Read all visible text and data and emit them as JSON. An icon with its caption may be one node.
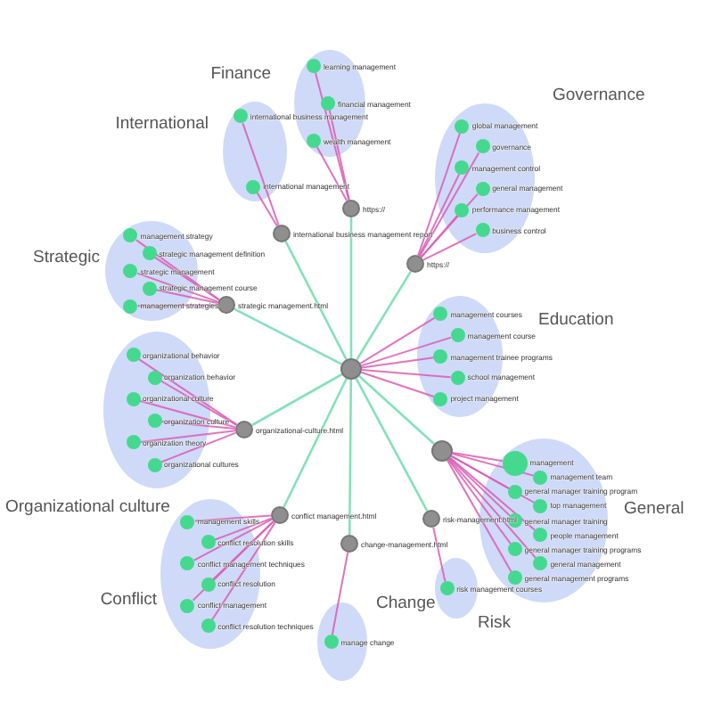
{
  "diagram": {
    "nodes": [
      {
        "text": [],
        "shape": "circle"
      },
      {
        "text": [],
        "shape": "circle",
        "beside": [
          "https://"
        ]
      },
      {
        "text": [
          "Finance"
        ]
      },
      {
        "text": [],
        "shape": "circle",
        "in": 2,
        "beside": [
          "learning management"
        ]
      },
      {
        "text": [],
        "shape": "circle",
        "in": 2,
        "beside": [
          "financial management"
        ]
      },
      {
        "text": [],
        "shape": "circle",
        "in": 2,
        "beside": [
          "wealth management"
        ]
      },
      {
        "text": [],
        "shape": "circle",
        "beside": [
          "international business management report"
        ]
      },
      {
        "text": [
          "International"
        ]
      },
      {
        "text": [],
        "shape": "circle",
        "in": 7,
        "beside": [
          "international business management"
        ]
      },
      {
        "text": [],
        "shape": "circle",
        "in": 7,
        "beside": [
          "international management"
        ]
      },
      {
        "text": [],
        "shape": "circle",
        "beside": [
          "https://"
        ]
      },
      {
        "text": [
          "Governance"
        ]
      },
      {
        "text": [],
        "shape": "circle",
        "in": 11,
        "beside": [
          "global management"
        ]
      },
      {
        "text": [],
        "shape": "circle",
        "in": 11,
        "beside": [
          "governance"
        ]
      },
      {
        "text": [],
        "shape": "circle",
        "in": 11,
        "beside": [
          "management control"
        ]
      },
      {
        "text": [],
        "shape": "circle",
        "in": 11,
        "beside": [
          "general management"
        ]
      },
      {
        "text": [],
        "shape": "circle",
        "in": 11,
        "beside": [
          "performance management"
        ]
      },
      {
        "text": [],
        "shape": "circle",
        "in": 11,
        "beside": [
          "business control"
        ]
      },
      {
        "text": [],
        "shape": "circle",
        "beside": [
          "strategic management.html"
        ]
      },
      {
        "text": [
          "Strategic"
        ]
      },
      {
        "text": [],
        "shape": "circle",
        "in": 19,
        "beside": [
          "management strategy"
        ]
      },
      {
        "text": [],
        "shape": "circle",
        "in": 19,
        "beside": [
          "strategic management definition"
        ]
      },
      {
        "text": [],
        "shape": "circle",
        "in": 19,
        "beside": [
          "strategic management"
        ]
      },
      {
        "text": [],
        "shape": "circle",
        "in": 19,
        "beside": [
          "strategic management course"
        ]
      },
      {
        "text": [],
        "shape": "circle",
        "in": 19,
        "beside": [
          "management strategies"
        ]
      },
      {
        "text": [],
        "shape": "circle",
        "beside": [
          "organizational-culture.html"
        ]
      },
      {
        "text": [
          "Organizational culture"
        ]
      },
      {
        "text": [],
        "shape": "circle",
        "in": 26,
        "beside": [
          "organizational behavior"
        ]
      },
      {
        "text": [],
        "shape": "circle",
        "in": 26,
        "beside": [
          "organization behavior"
        ]
      },
      {
        "text": [],
        "shape": "circle",
        "in": 26,
        "beside": [
          "organizational culture"
        ]
      },
      {
        "text": [],
        "shape": "circle",
        "in": 26,
        "beside": [
          "organization culture"
        ]
      },
      {
        "text": [],
        "shape": "circle",
        "in": 26,
        "beside": [
          "organization theory"
        ]
      },
      {
        "text": [],
        "shape": "circle",
        "in": 26,
        "beside": [
          "organizational cultures"
        ]
      },
      {
        "text": [],
        "shape": "circle",
        "beside": [
          "conflict management.html"
        ]
      },
      {
        "text": [
          "Conflict"
        ]
      },
      {
        "text": [],
        "shape": "circle",
        "in": 34,
        "beside": [
          "management skills"
        ]
      },
      {
        "text": [],
        "shape": "circle",
        "in": 34,
        "beside": [
          "conflict resolution skills"
        ]
      },
      {
        "text": [],
        "shape": "circle",
        "in": 34,
        "beside": [
          "conflict management techniques"
        ]
      },
      {
        "text": [],
        "shape": "circle",
        "in": 34,
        "beside": [
          "conflict resolution"
        ]
      },
      {
        "text": [],
        "shape": "circle",
        "in": 34,
        "beside": [
          "conflict management"
        ]
      },
      {
        "text": [],
        "shape": "circle",
        "in": 34,
        "beside": [
          "conflict resolution techniques"
        ]
      },
      {
        "text": [],
        "shape": "circle",
        "beside": [
          "change-management.html"
        ]
      },
      {
        "text": [
          "Change"
        ]
      },
      {
        "text": [],
        "shape": "circle",
        "in": 42,
        "beside": [
          "manage change"
        ]
      },
      {
        "text": [],
        "shape": "circle",
        "beside": [
          "risk-management.html"
        ]
      },
      {
        "text": [
          "Risk"
        ]
      },
      {
        "text": [],
        "shape": "circle",
        "in": 45,
        "beside": [
          "risk management courses"
        ]
      },
      {
        "text": [
          "Education"
        ]
      },
      {
        "text": [],
        "shape": "circle",
        "in": 47,
        "beside": [
          "management courses"
        ]
      },
      {
        "text": [],
        "shape": "circle",
        "in": 47,
        "beside": [
          "management course"
        ]
      },
      {
        "text": [],
        "shape": "circle",
        "in": 47,
        "beside": [
          "management trainee programs"
        ]
      },
      {
        "text": [],
        "shape": "circle",
        "in": 47,
        "beside": [
          "school management"
        ]
      },
      {
        "text": [],
        "shape": "circle",
        "in": 47,
        "beside": [
          "project management"
        ]
      },
      {
        "text": [],
        "shape": "circle"
      },
      {
        "text": [
          "General"
        ]
      },
      {
        "text": [],
        "shape": "circle",
        "in": 54,
        "beside": [
          "management"
        ]
      },
      {
        "text": [],
        "shape": "circle",
        "in": 54,
        "beside": [
          "management team"
        ]
      },
      {
        "text": [],
        "shape": "circle",
        "in": 54,
        "beside": [
          "general manager training program"
        ]
      },
      {
        "text": [],
        "shape": "circle",
        "in": 54,
        "beside": [
          "top management"
        ]
      },
      {
        "text": [],
        "shape": "circle",
        "in": 54,
        "beside": [
          "general manager training"
        ]
      },
      {
        "text": [],
        "shape": "circle",
        "in": 54,
        "beside": [
          "people management"
        ]
      },
      {
        "text": [],
        "shape": "circle",
        "in": 54,
        "beside": [
          "general manager training programs"
        ]
      },
      {
        "text": [],
        "shape": "circle",
        "in": 54,
        "beside": [
          "general management"
        ]
      },
      {
        "text": [],
        "shape": "circle",
        "in": 54,
        "beside": [
          "general management programs"
        ]
      }
    ],
    "edges": [
      {
        "from": 0,
        "to": 1,
        "arrow": "none",
        "color": "#6fdcae"
      },
      {
        "from": 0,
        "to": 6,
        "arrow": "none",
        "color": "#6fdcae"
      },
      {
        "from": 0,
        "to": 10,
        "arrow": "none",
        "color": "#6fdcae"
      },
      {
        "from": 0,
        "to": 18,
        "arrow": "none",
        "color": "#6fdcae"
      },
      {
        "from": 0,
        "to": 25,
        "arrow": "none",
        "color": "#6fdcae"
      },
      {
        "from": 0,
        "to": 33,
        "arrow": "none",
        "color": "#6fdcae"
      },
      {
        "from": 0,
        "to": 41,
        "arrow": "none",
        "color": "#6fdcae"
      },
      {
        "from": 0,
        "to": 44,
        "arrow": "none",
        "color": "#6fdcae"
      },
      {
        "from": 0,
        "to": 53,
        "arrow": "none",
        "color": "#6fdcae"
      },
      {
        "from": 1,
        "to": 3,
        "arrow": "none"
      },
      {
        "from": 1,
        "to": 4,
        "arrow": "none"
      },
      {
        "from": 1,
        "to": 5,
        "arrow": "none"
      },
      {
        "from": 6,
        "to": 8,
        "arrow": "none"
      },
      {
        "from": 6,
        "to": 9,
        "arrow": "none"
      },
      {
        "from": 10,
        "to": 12,
        "arrow": "none"
      },
      {
        "from": 10,
        "to": 13,
        "arrow": "none"
      },
      {
        "from": 10,
        "to": 14,
        "arrow": "none"
      },
      {
        "from": 10,
        "to": 15,
        "arrow": "none"
      },
      {
        "from": 10,
        "to": 16,
        "arrow": "none"
      },
      {
        "from": 10,
        "to": 17,
        "arrow": "none"
      },
      {
        "from": 18,
        "to": 20,
        "arrow": "none"
      },
      {
        "from": 18,
        "to": 21,
        "arrow": "none"
      },
      {
        "from": 18,
        "to": 22,
        "arrow": "none"
      },
      {
        "from": 18,
        "to": 23,
        "arrow": "none"
      },
      {
        "from": 18,
        "to": 24,
        "arrow": "none"
      },
      {
        "from": 25,
        "to": 27,
        "arrow": "none"
      },
      {
        "from": 25,
        "to": 28,
        "arrow": "none"
      },
      {
        "from": 25,
        "to": 29,
        "arrow": "none"
      },
      {
        "from": 25,
        "to": 30,
        "arrow": "none"
      },
      {
        "from": 25,
        "to": 31,
        "arrow": "none"
      },
      {
        "from": 25,
        "to": 32,
        "arrow": "none"
      },
      {
        "from": 33,
        "to": 35,
        "arrow": "none"
      },
      {
        "from": 33,
        "to": 36,
        "arrow": "none"
      },
      {
        "from": 33,
        "to": 37,
        "arrow": "none"
      },
      {
        "from": 33,
        "to": 38,
        "arrow": "none"
      },
      {
        "from": 33,
        "to": 39,
        "arrow": "none"
      },
      {
        "from": 33,
        "to": 40,
        "arrow": "none"
      },
      {
        "from": 41,
        "to": 43,
        "arrow": "none"
      },
      {
        "from": 44,
        "to": 46,
        "arrow": "none"
      },
      {
        "from": 0,
        "to": 48,
        "arrow": "none"
      },
      {
        "from": 0,
        "to": 49,
        "arrow": "none"
      },
      {
        "from": 0,
        "to": 50,
        "arrow": "none"
      },
      {
        "from": 0,
        "to": 51,
        "arrow": "none"
      },
      {
        "from": 0,
        "to": 52,
        "arrow": "none"
      },
      {
        "from": 53,
        "to": 55,
        "arrow": "none"
      },
      {
        "from": 53,
        "to": 56,
        "arrow": "none"
      },
      {
        "from": 53,
        "to": 57,
        "arrow": "none"
      },
      {
        "from": 53,
        "to": 58,
        "arrow": "none"
      },
      {
        "from": 53,
        "to": 59,
        "arrow": "none"
      },
      {
        "from": 53,
        "to": 60,
        "arrow": "none"
      },
      {
        "from": 53,
        "to": 61,
        "arrow": "none"
      },
      {
        "from": 53,
        "to": 62,
        "arrow": "none"
      },
      {
        "from": 53,
        "to": 63,
        "arrow": "none"
      }
    ]
  }
}
